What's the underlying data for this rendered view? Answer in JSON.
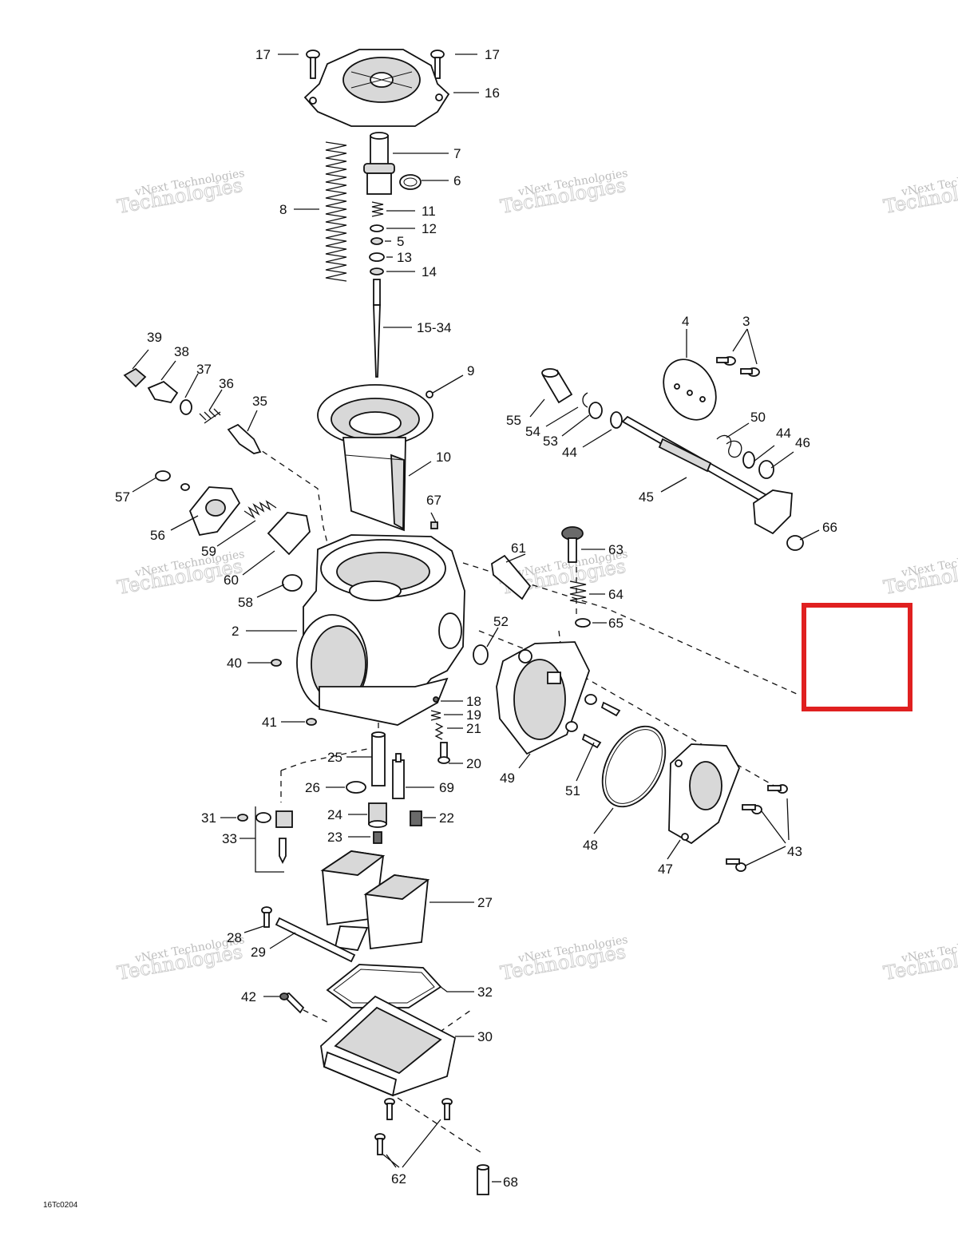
{
  "doc_code": "16Tc0204",
  "watermark": {
    "name": "vNext Technologies",
    "big": "Technologies"
  },
  "highlight_color": "#e02020",
  "labels": {
    "l17a": "17",
    "l17b": "17",
    "l16": "16",
    "l7": "7",
    "l6": "6",
    "l8": "8",
    "l11": "11",
    "l12": "12",
    "l5": "5",
    "l13": "13",
    "l14": "14",
    "l1534": "15-34",
    "l9": "9",
    "l39": "39",
    "l38": "38",
    "l37": "37",
    "l36": "36",
    "l35": "35",
    "l10": "10",
    "l4": "4",
    "l3": "3",
    "l55": "55",
    "l54": "54",
    "l53": "53",
    "l44a": "44",
    "l50": "50",
    "l44b": "44",
    "l46": "46",
    "l45": "45",
    "l57": "57",
    "l67": "67",
    "l56": "56",
    "l59": "59",
    "l60": "60",
    "l58": "58",
    "l61": "61",
    "l63": "63",
    "l64": "64",
    "l66": "66",
    "l65": "65",
    "l2": "2",
    "l52": "52",
    "l40": "40",
    "l18": "18",
    "l19": "19",
    "l41": "41",
    "l21": "21",
    "l25": "25",
    "l20": "20",
    "l49": "49",
    "l51": "51",
    "l26": "26",
    "l69": "69",
    "l31": "31",
    "l24": "24",
    "l22": "22",
    "l33": "33",
    "l23": "23",
    "l48": "48",
    "l47": "47",
    "l43": "43",
    "l27": "27",
    "l28": "28",
    "l29": "29",
    "l42": "42",
    "l32": "32",
    "l30": "30",
    "l62": "62",
    "l68": "68"
  }
}
